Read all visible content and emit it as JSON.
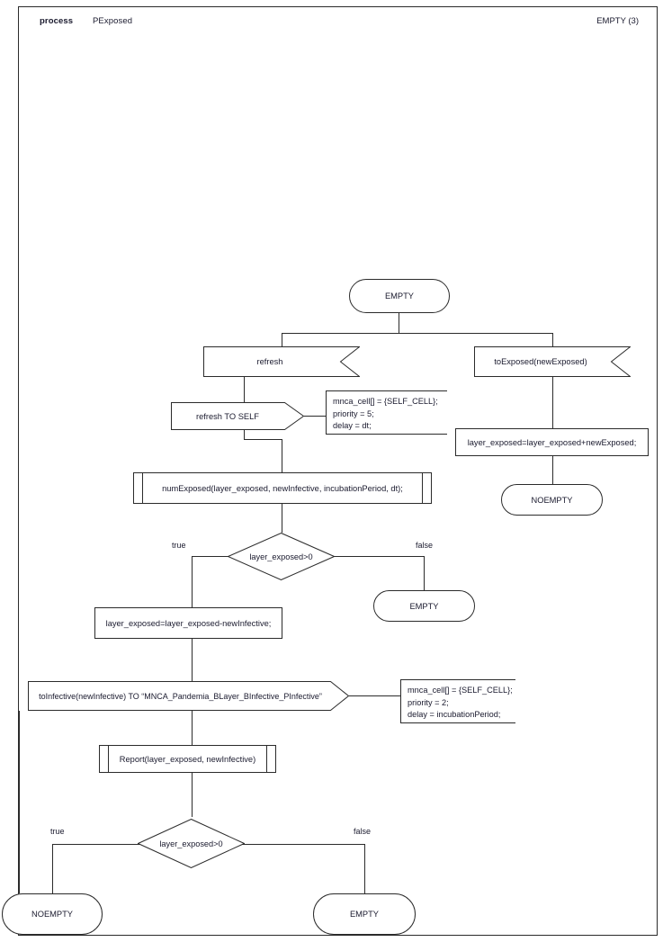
{
  "header": {
    "keyword": "process",
    "name": "PExposed",
    "status": "EMPTY (3)"
  },
  "colors": {
    "line": "#2b2b2b",
    "text": "#1a1a2e",
    "background": "#ffffff"
  },
  "diagram": {
    "type": "flowchart",
    "title": "PExposed",
    "nodes": {
      "start_state": "EMPTY",
      "recv_refresh": "refresh",
      "recv_to_exposed": "toExposed(newExposed)",
      "send_refresh_self": "refresh TO SELF",
      "note_refresh": "mnca_cell[] = {SELF_CELL};\npriority = 5;\ndelay = dt;",
      "task_add_exposed": "layer_exposed=layer_exposed+newExposed;",
      "state_noempty_right": "NOEMPTY",
      "proc_num_exposed": "numExposed(layer_exposed, newInfective, incubationPeriod, dt);",
      "decision_1": "layer_exposed>0",
      "decision_1_true": "true",
      "decision_1_false": "false",
      "state_empty_mid": "EMPTY",
      "task_sub_infective": "layer_exposed=layer_exposed-newInfective;",
      "send_to_infective": "toInfective(newInfective) TO “MNCA_Pandemia_BLayer_BInfective_PInfective”",
      "note_infective": "mnca_cell[] = {SELF_CELL};\npriority = 2;\ndelay = incubationPeriod;",
      "proc_report": "Report(layer_exposed, newInfective)",
      "decision_2": "layer_exposed>0",
      "decision_2_true": "true",
      "decision_2_false": "false",
      "state_noempty_bottom": "NOEMPTY",
      "state_empty_bottom": "EMPTY"
    }
  }
}
